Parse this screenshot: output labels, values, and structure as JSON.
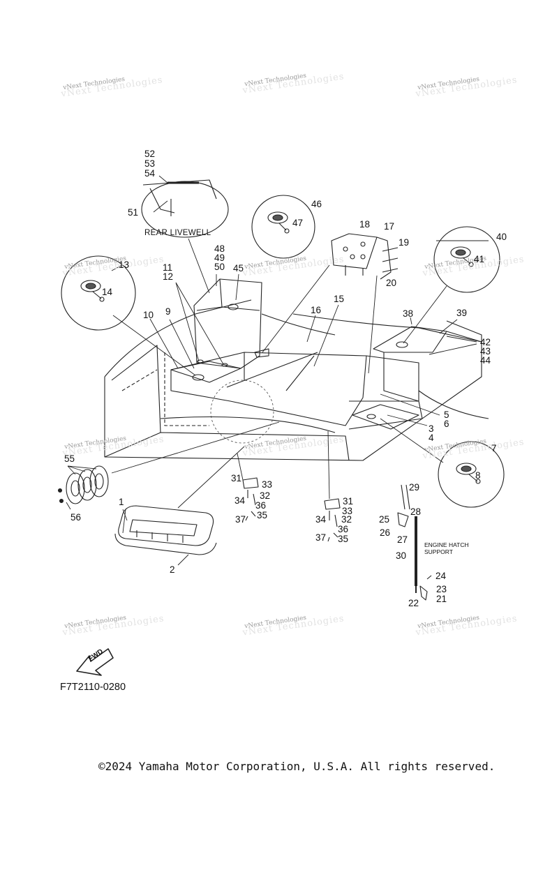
{
  "watermark_text": "vNext Technologies",
  "captions": {
    "rear_livewell": "REAR LIVEWELL",
    "engine_hatch_line1": "ENGINE HATCH",
    "engine_hatch_line2": "SUPPORT",
    "fwd": "FWD"
  },
  "figure_code": "F7T2110-0280",
  "copyright": "©2024 Yamaha Motor Corporation, U.S.A. All rights reserved.",
  "part_numbers": {
    "p1": "1",
    "p2": "2",
    "p3": "3",
    "p4": "4",
    "p5": "5",
    "p6": "6",
    "p7": "7",
    "p8": "8",
    "p9": "9",
    "p10": "10",
    "p11": "11",
    "p12": "12",
    "p13": "13",
    "p14": "14",
    "p15": "15",
    "p16": "16",
    "p17": "17",
    "p18": "18",
    "p19": "19",
    "p20": "20",
    "p21": "21",
    "p22": "22",
    "p23": "23",
    "p24": "24",
    "p25": "25",
    "p26": "26",
    "p27": "27",
    "p28": "28",
    "p29": "29",
    "p30": "30",
    "p31": "31",
    "p32": "32",
    "p33": "33",
    "p34": "34",
    "p35": "35",
    "p36": "36",
    "p37": "37",
    "p38": "38",
    "p39": "39",
    "p40": "40",
    "p41": "41",
    "p42": "42",
    "p43": "43",
    "p44": "44",
    "p45": "45",
    "p46": "46",
    "p47": "47",
    "p48": "48",
    "p49": "49",
    "p50": "50",
    "p51": "51",
    "p52": "52",
    "p53": "53",
    "p54": "54",
    "p55": "55",
    "p56": "56"
  }
}
